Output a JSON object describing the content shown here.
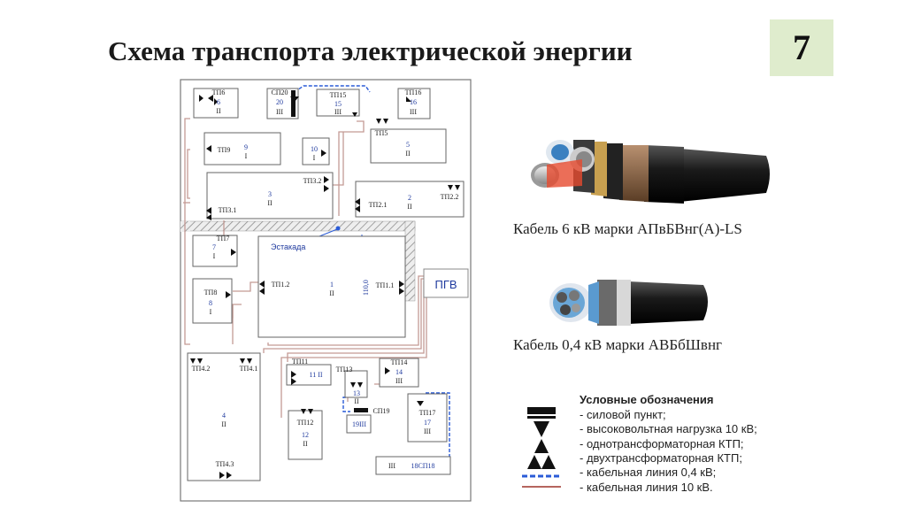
{
  "slide": {
    "title": "Схема транспорта электрической энергии",
    "page_number": "7"
  },
  "diagram": {
    "estakada_label": "Эстакада",
    "pgv_label": "ПГВ",
    "dimension_label": "110,0",
    "boxes": [
      {
        "id": "b-tp6",
        "lines": [
          "ТП6",
          "6",
          "II"
        ]
      },
      {
        "id": "b-sp20",
        "lines": [
          "СП20",
          "20",
          "III"
        ]
      },
      {
        "id": "b-tp15",
        "lines": [
          "ТП15",
          "15",
          "III"
        ]
      },
      {
        "id": "b-tp16",
        "lines": [
          "ТП16",
          "16",
          "III"
        ]
      },
      {
        "id": "b-tp9",
        "lines": [
          "ТП9",
          "9",
          "I"
        ]
      },
      {
        "id": "b-10",
        "lines": [
          "10",
          "I"
        ]
      },
      {
        "id": "b-5",
        "lines": [
          "ТП5",
          "5",
          "II"
        ]
      },
      {
        "id": "b-3",
        "lines": [
          "ТП3.2",
          "3",
          "II",
          "ТП3.1"
        ]
      },
      {
        "id": "b-2",
        "lines": [
          "ТП2.1",
          "2",
          "II",
          "ТП2.2"
        ]
      },
      {
        "id": "b-tp7",
        "lines": [
          "ТП7",
          "7",
          "I"
        ]
      },
      {
        "id": "b-1",
        "lines": [
          "ТП1.2",
          "1",
          "II",
          "ТП1.1"
        ]
      },
      {
        "id": "b-tp8",
        "lines": [
          "ТП8",
          "8",
          "I"
        ]
      },
      {
        "id": "b-4",
        "lines": [
          "ТП4.2",
          "ТП4.1",
          "4",
          "II",
          "ТП4.3"
        ]
      },
      {
        "id": "b-11",
        "lines": [
          "ТП11",
          "11 II"
        ]
      },
      {
        "id": "b-13",
        "lines": [
          "ТП13",
          "13",
          "II"
        ]
      },
      {
        "id": "b-tp14",
        "lines": [
          "ТП14",
          "14",
          "III"
        ]
      },
      {
        "id": "b-sp19",
        "lines": [
          "СП19",
          "19III"
        ]
      },
      {
        "id": "b-tp12",
        "lines": [
          "ТП12",
          "12",
          "II"
        ]
      },
      {
        "id": "b-tp17",
        "lines": [
          "ТП17",
          "17",
          "III"
        ]
      },
      {
        "id": "b-sp18",
        "lines": [
          "III",
          "18СП18"
        ]
      }
    ]
  },
  "cables": [
    {
      "label": "Кабель 6 кВ марки АПвБВнг(А)-LS"
    },
    {
      "label": "Кабель 0,4 кВ марки АВБбШвнг"
    }
  ],
  "legend": {
    "title": "Условные обозначения",
    "items": [
      "- силовой пункт;",
      "- высоковольтная нагрузка 10 кВ;",
      "- однотрансформаторная КТП;",
      "- двухтрансформаторная КТП;",
      "- кабельная линия 0,4 кВ;",
      "- кабельная линия 10 кВ."
    ],
    "colors": {
      "line_04kv": "#2a5bd7",
      "line_10kv": "#b5655e"
    }
  }
}
